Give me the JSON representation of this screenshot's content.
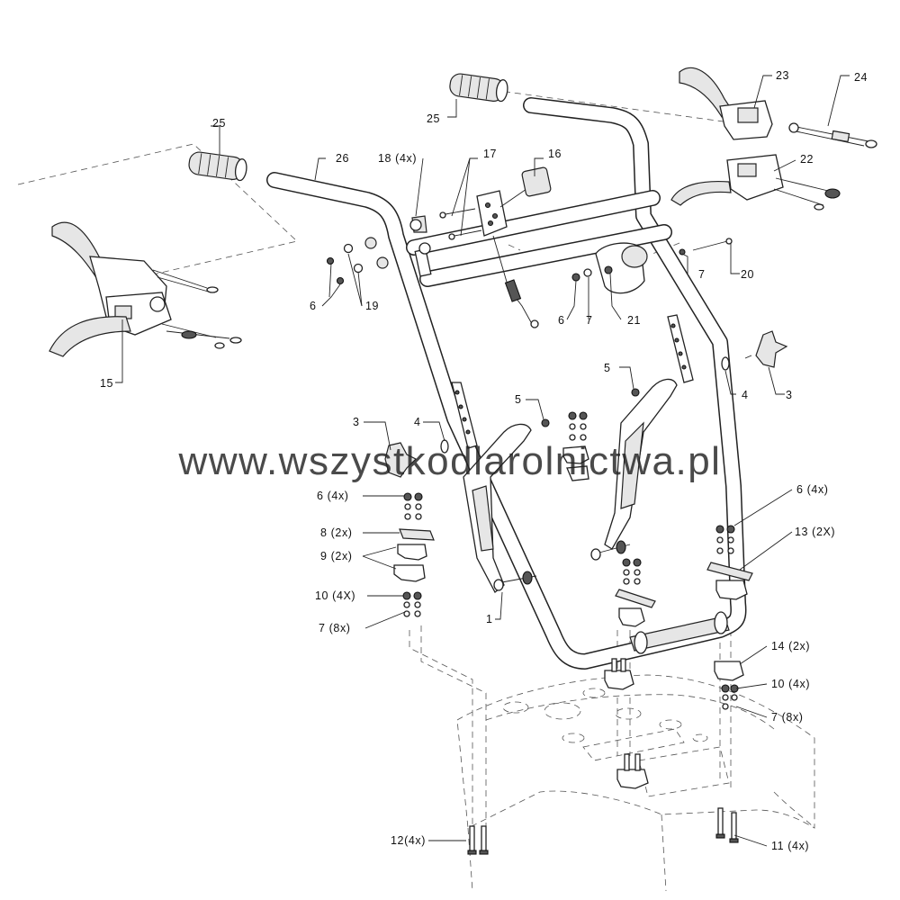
{
  "watermark": "www.wszystkodlarolnictwa.pl",
  "callouts": [
    {
      "id": "c25a",
      "text": "25"
    },
    {
      "id": "c25b",
      "text": "25"
    },
    {
      "id": "c26",
      "text": "26"
    },
    {
      "id": "c18",
      "text": "18  (4x)"
    },
    {
      "id": "c17",
      "text": "17"
    },
    {
      "id": "c16",
      "text": "16"
    },
    {
      "id": "c23",
      "text": "23"
    },
    {
      "id": "c24",
      "text": "24"
    },
    {
      "id": "c22",
      "text": "22"
    },
    {
      "id": "c15",
      "text": "15"
    },
    {
      "id": "c6a",
      "text": "6"
    },
    {
      "id": "c19",
      "text": "19"
    },
    {
      "id": "c6b",
      "text": "6"
    },
    {
      "id": "c7a",
      "text": "7"
    },
    {
      "id": "c21",
      "text": "21"
    },
    {
      "id": "c7b",
      "text": "7"
    },
    {
      "id": "c20",
      "text": "20"
    },
    {
      "id": "c5a",
      "text": "5"
    },
    {
      "id": "c5b",
      "text": "5"
    },
    {
      "id": "c4a",
      "text": "4"
    },
    {
      "id": "c3a",
      "text": "3"
    },
    {
      "id": "c4b",
      "text": "4"
    },
    {
      "id": "c3b",
      "text": "3"
    },
    {
      "id": "c6c",
      "text": "6  (4x)"
    },
    {
      "id": "c8",
      "text": "8  (2x)"
    },
    {
      "id": "c9",
      "text": "9  (2x)"
    },
    {
      "id": "c10a",
      "text": "10  (4X)"
    },
    {
      "id": "c7c",
      "text": "7  (8x)"
    },
    {
      "id": "c1",
      "text": "1"
    },
    {
      "id": "c6d",
      "text": "6  (4x)"
    },
    {
      "id": "c13",
      "text": "13  (2X)"
    },
    {
      "id": "c14",
      "text": "14  (2x)"
    },
    {
      "id": "c10b",
      "text": "10  (4x)"
    },
    {
      "id": "c7d",
      "text": "7  (8x)"
    },
    {
      "id": "c12",
      "text": "12(4x)"
    },
    {
      "id": "c11",
      "text": "11  (4x)"
    }
  ],
  "icons": {
    "hand_grip": "grip-icon",
    "handlebar": "handlebar-icon",
    "control_lever": "lever-icon",
    "cable": "cable-icon",
    "knob": "star-knob-icon",
    "washer": "washer-icon",
    "bolt": "bolt-icon",
    "clamp": "clamp-icon",
    "housing": "housing-outline-icon"
  }
}
